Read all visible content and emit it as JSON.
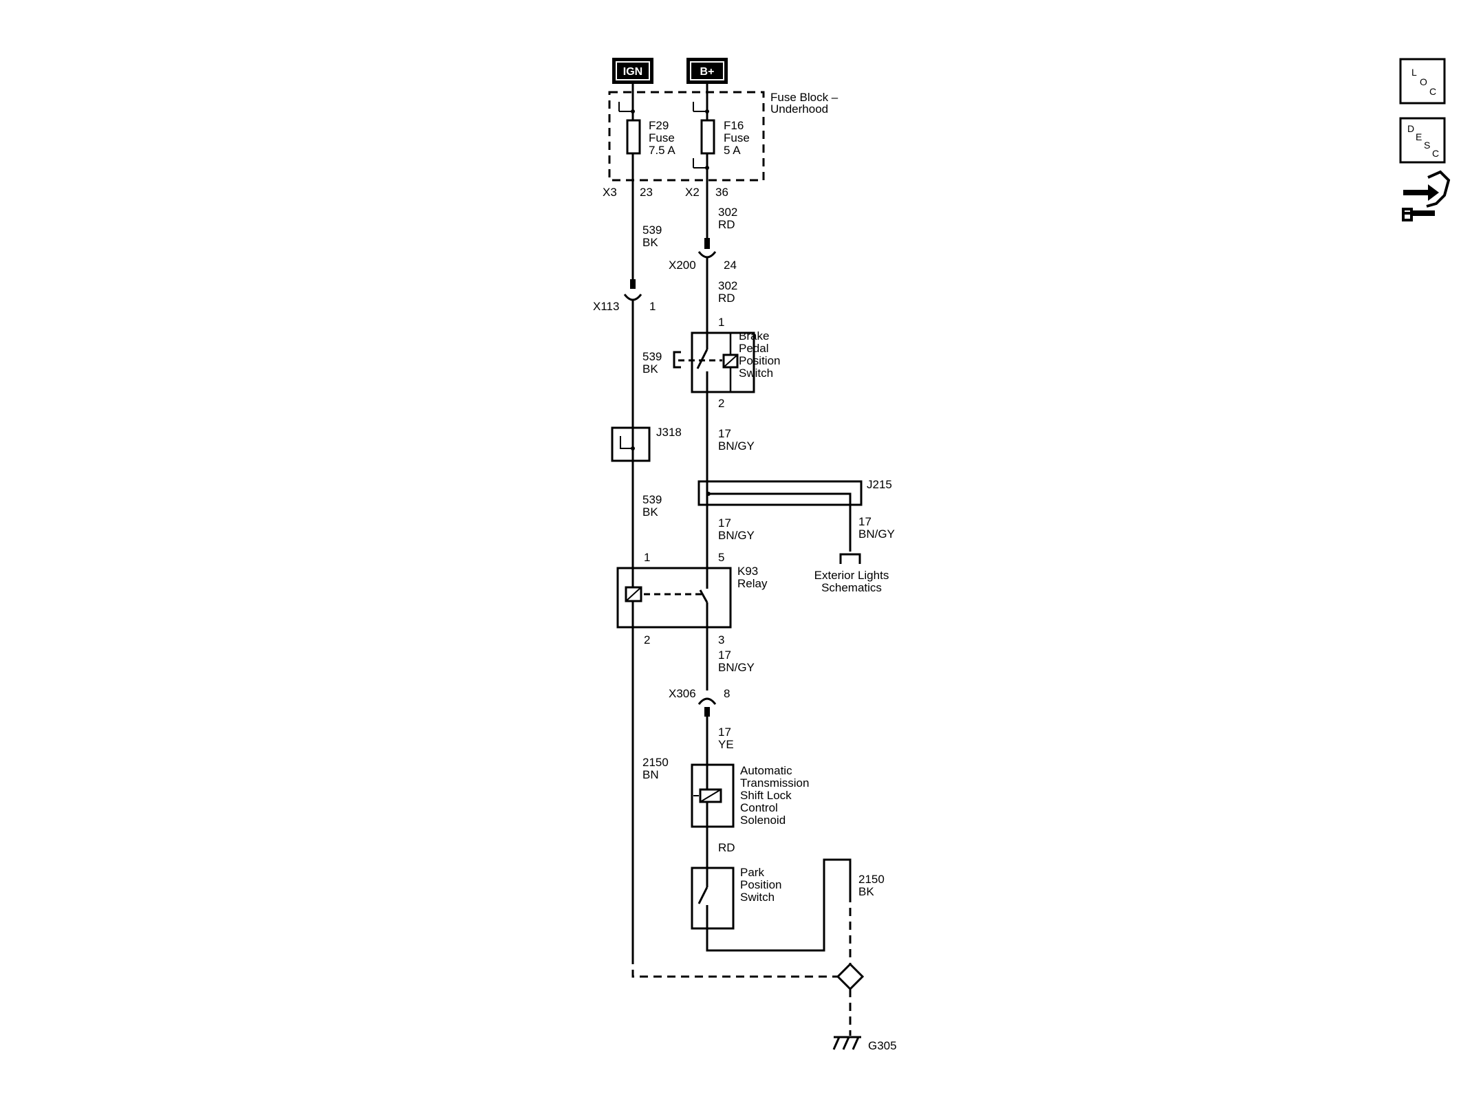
{
  "sources": {
    "ign": "IGN",
    "bplus": "B+"
  },
  "fuse_block": {
    "label": "Fuse Block –",
    "label2": "Underhood",
    "f29": {
      "name": "F29",
      "type": "Fuse",
      "rating": "7.5 A",
      "connector": "X3",
      "pin": "23"
    },
    "f16": {
      "name": "F16",
      "type": "Fuse",
      "rating": "5 A",
      "connector": "X2",
      "pin": "36"
    }
  },
  "wires": {
    "w302_top": {
      "circuit": "302",
      "color": "RD"
    },
    "w539_top": {
      "circuit": "539",
      "color": "BK"
    },
    "w302_mid": {
      "circuit": "302",
      "color": "RD"
    },
    "w539_mid": {
      "circuit": "539",
      "color": "BK"
    },
    "w17_a": {
      "circuit": "17",
      "color": "BN/GY"
    },
    "w539_low": {
      "circuit": "539",
      "color": "BK"
    },
    "w17_b": {
      "circuit": "17",
      "color": "BN/GY"
    },
    "w17_c": {
      "circuit": "17",
      "color": "BN/GY"
    },
    "w17_d": {
      "circuit": "17",
      "color": "BN/GY"
    },
    "w17_e": {
      "circuit": "17",
      "color": "YE"
    },
    "w2150_left": {
      "circuit": "2150",
      "color": "BN"
    },
    "w_rd": {
      "color": "RD"
    },
    "w2150_right": {
      "circuit": "2150",
      "color": "BK"
    }
  },
  "connectors": {
    "x200": {
      "name": "X200",
      "pin": "24"
    },
    "x113": {
      "name": "X113",
      "pin": "1"
    },
    "x306": {
      "name": "X306",
      "pin": "8"
    }
  },
  "splices": {
    "j318": "J318",
    "j215": "J215"
  },
  "brake_switch": {
    "line1": "Brake",
    "line2": "Pedal",
    "line3": "Position",
    "line4": "Switch",
    "pin_top": "1",
    "pin_bottom": "2"
  },
  "k93": {
    "line1": "K93",
    "line2": "Relay",
    "pin1": "1",
    "pin5": "5",
    "pin2": "2",
    "pin3": "3"
  },
  "exterior_lights": {
    "line1": "Exterior Lights",
    "line2": "Schematics"
  },
  "solenoid": {
    "line1": "Automatic",
    "line2": "Transmission",
    "line3": "Shift Lock",
    "line4": "Control",
    "line5": "Solenoid"
  },
  "park_switch": {
    "line1": "Park",
    "line2": "Position",
    "line3": "Switch"
  },
  "ground": {
    "name": "G305"
  },
  "side_icons": {
    "loc": {
      "icon": "location-icon",
      "l1": "L",
      "l2": "O",
      "l3": "C"
    },
    "desc": {
      "icon": "description-icon",
      "l1": "D",
      "l2": "E",
      "l3": "S",
      "l4": "C"
    },
    "connector": {
      "icon": "connector-repair-icon"
    }
  }
}
